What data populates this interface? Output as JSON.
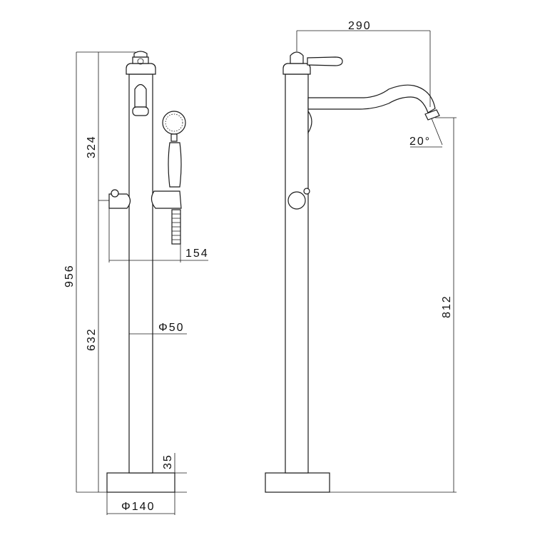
{
  "drawing": {
    "front_view": {
      "dimensions": {
        "total_height": "956",
        "upper_height": "324",
        "lower_height": "632",
        "shower_offset": "154",
        "pipe_diameter": "Φ50",
        "base_height": "35",
        "base_diameter": "Φ140"
      }
    },
    "side_view": {
      "dimensions": {
        "spout_reach": "290",
        "spout_angle": "20°",
        "spout_height": "812"
      }
    }
  }
}
